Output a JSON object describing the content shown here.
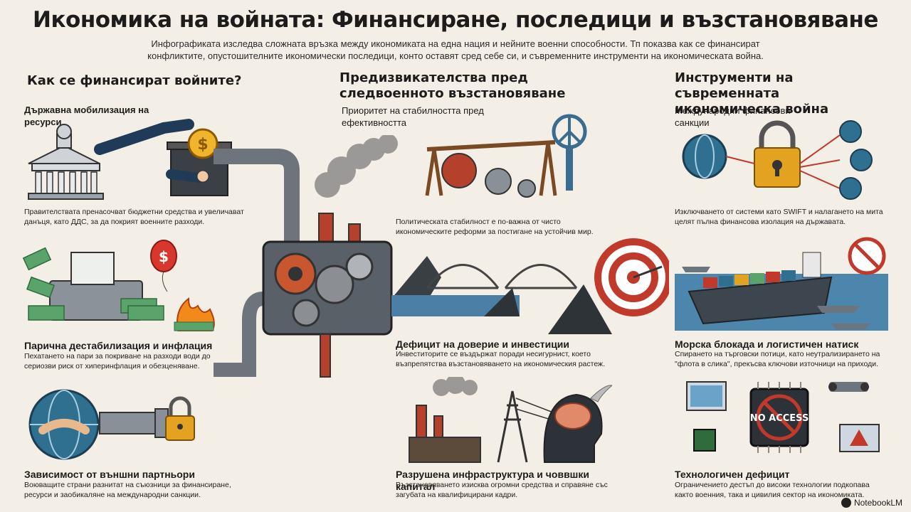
{
  "title": "Икономика на войната: Финансиране, последици и възстановяване",
  "intro": "Инфографиката изследва сложната връзка между икономиката на една нация и нейните военни способности. Тп показва как се финансират конфликтите, опустошителните икономически последици, конто оставят сред себе си, и съвременните инструменти на икономическата война.",
  "left": {
    "heading": "Как се финансират войните?",
    "s1_title": "Държавна мобилизация на ресурси",
    "s1_desc": "Правителствата пренасочват бюджетни средства и увеличават данъця, като ДДС, за да покрият военните разходи.",
    "s2_title": "Парична дестабилизация и инфлация",
    "s2_desc": "Пехатането на пари за покриване на разходи води до сериозви риск от хиперинфлация и обезценяване.",
    "s3_title": "Зависимост от външни партньори",
    "s3_desc": "Воюващите страни разнитат на съюзници за финансиране, ресурси и заобикаляне на международни санкции."
  },
  "middle": {
    "heading": "Предизвикателства пред следвоенното възстановяване",
    "s1_title": "Приоритет на стабилността пред ефективността",
    "s1_desc": "Политическата стабилност е по-важна от чисто икономическите реформи за постигане на устойчив мир.",
    "s2_title": "Дефицит на доверие и инвестиции",
    "s2_desc": "Инвеститорите се въздържат поради несигурнист, което възпрепятства възстановяването на икономическия растеж.",
    "s3_title": "Разрушена инфраструктура и човвшки капитал",
    "s3_desc": "Възстановяването изисква огромни средства и справяне със загубата на квалифицирани кадри."
  },
  "right": {
    "heading": "Инструменти на съвременната икономическа война",
    "s1_title": "Международни финансови санкции",
    "s1_desc": "Изключването от системи като SWIFT и налагането на мита целят пълна финансова изолация на държавата.",
    "s2_title": "Морска блокада и логистичен натиск",
    "s2_desc": "Спирането на търговски потици, като неутрализирането на \"флота в слика\", прекъсва ключови източници на приходи.",
    "s3_title": "Технологичен дефицит",
    "s3_desc": "Ограничението дестъп до високи технологии подкопава както военния, така и цивилия сектор на икономиката."
  },
  "art_text": {
    "no_access": "NO ACCESS",
    "dollar": "$"
  },
  "footer": "NotebookLM",
  "colors": {
    "background": "#f4efe6",
    "pipe": "#7a7f86",
    "accent_red": "#c0392b",
    "accent_gold": "#e3a321",
    "accent_blue": "#2f6f8f"
  }
}
